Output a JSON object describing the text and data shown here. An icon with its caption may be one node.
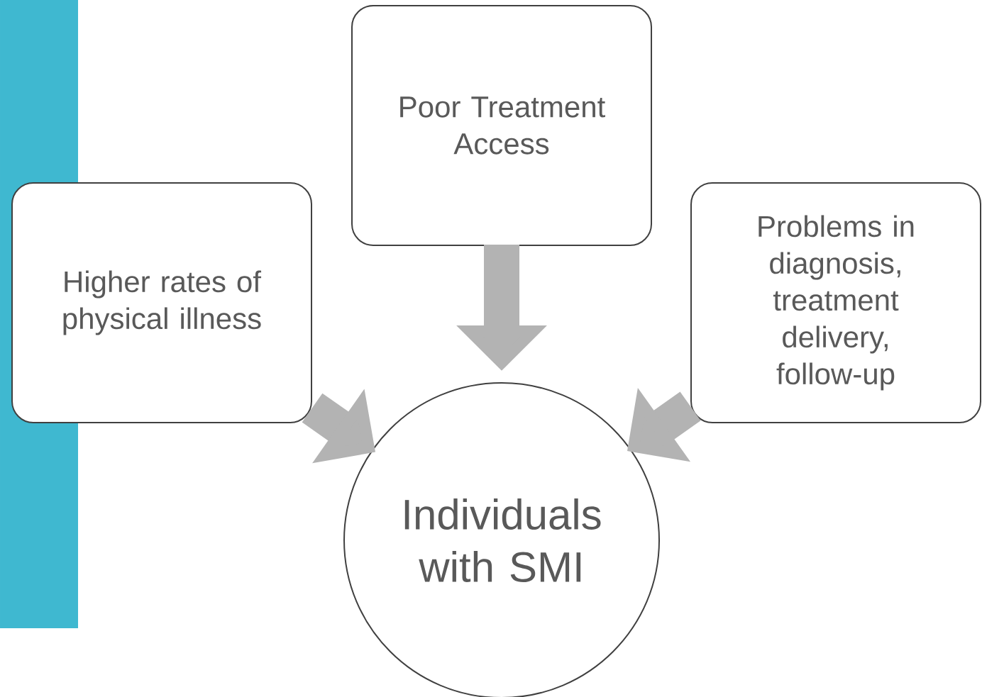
{
  "diagram": {
    "nodes": [
      {
        "text": [
          "Poor Treatment Access"
        ]
      },
      {
        "text": [
          "Higher rates of physical illness"
        ]
      },
      {
        "text": [
          "Problems in diagnosis, treatment delivery, follow-up"
        ]
      },
      {
        "text": [
          "Individuals with SMI"
        ]
      }
    ],
    "edges": [
      {
        "from": 0,
        "to": 3,
        "arrow": "to"
      },
      {
        "from": 1,
        "to": 3,
        "arrow": "to"
      },
      {
        "from": 2,
        "to": 3,
        "arrow": "to"
      }
    ]
  }
}
